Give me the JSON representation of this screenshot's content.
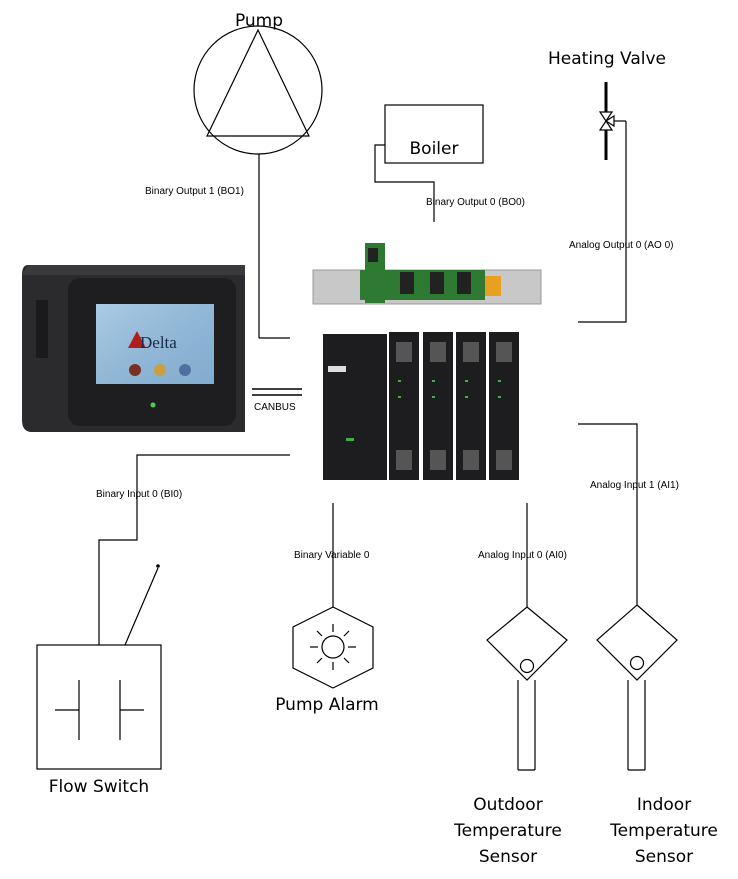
{
  "labels": {
    "pump": "Pump",
    "heating_valve": "Heating Valve",
    "boiler": "Boiler",
    "binary_output_1": "Binary Output 1 (BO1)",
    "binary_output_0": "Binary Output 0 (BO0)",
    "analog_output_0": "Analog Output 0 (AO 0)",
    "canbus": "CANBUS",
    "binary_input_0": "Binary Input 0 (BI0)",
    "analog_input_1": "Analog Input 1 (AI1)",
    "binary_variable_0": "Binary Variable 0",
    "analog_input_0": "Analog Input 0 (AI0)",
    "pump_alarm": "Pump Alarm",
    "flow_switch": "Flow Switch",
    "outdoor_sensor": [
      "Outdoor",
      "Temperature",
      "Sensor"
    ],
    "indoor_sensor": [
      "Indoor",
      "Temperature",
      "Sensor"
    ]
  },
  "controller": {
    "brand": "Delta"
  },
  "colors": {
    "line": "#000000",
    "controller_body": "#2b2b2e",
    "screen": "#8fb8d8",
    "io_green": "#2f7a33",
    "module_black": "#1d1d1f"
  }
}
